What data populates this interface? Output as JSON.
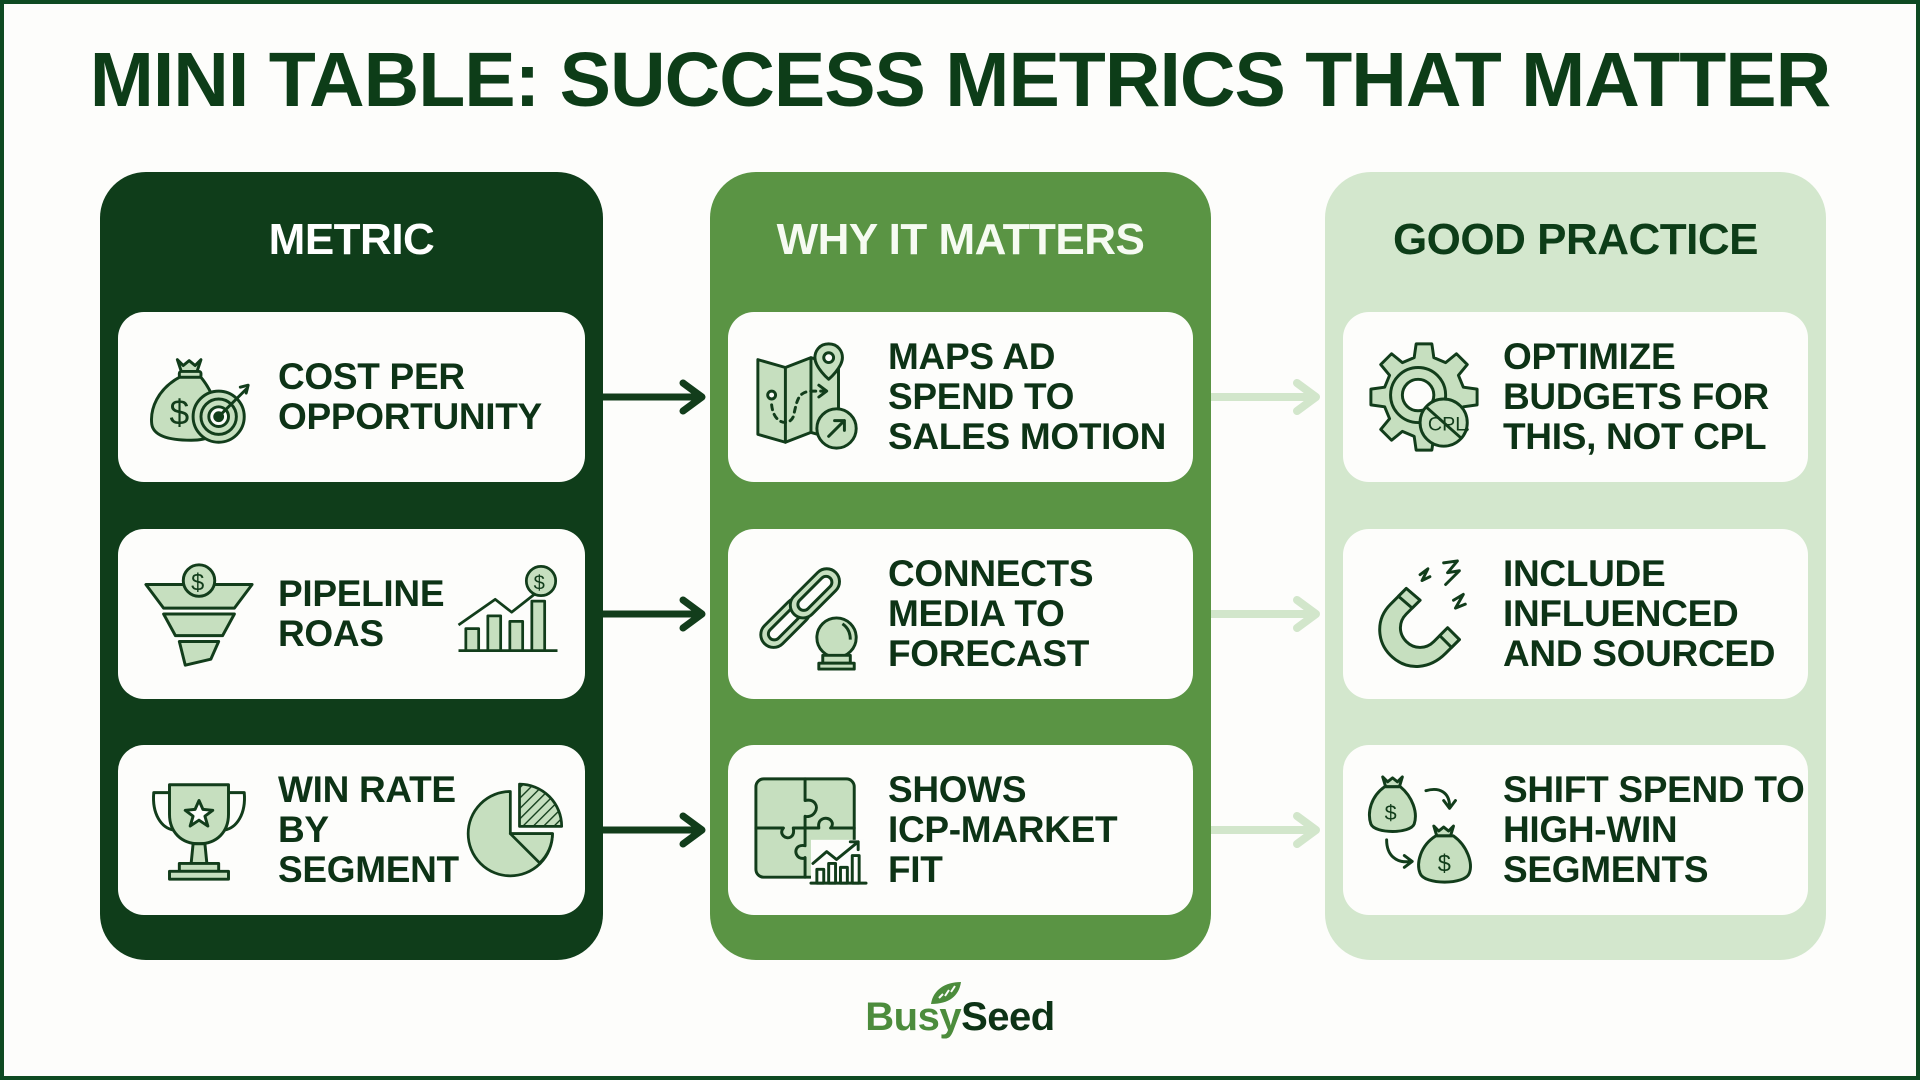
{
  "title": "MINI TABLE: SUCCESS METRICS THAT MATTER",
  "colors": {
    "frame": "#0e4a22",
    "metric_column": "#0f3d1a",
    "why_column": "#5a9444",
    "practice_column": "#d3e7cd",
    "card": "#fdfdfb",
    "icon_fill": "#c6dfbf",
    "text_dark": "#0d3316",
    "arrow_dark": "#123d1b",
    "arrow_light": "#d2e6cb"
  },
  "columns": [
    {
      "header": "METRIC",
      "rows": [
        {
          "text": "COST PER\nOPPORTUNITY",
          "icon": "money-bag-target-icon"
        },
        {
          "text": "PIPELINE\nROAS",
          "icon": "funnel-dollar-icon",
          "icon_right": "bar-chart-dollar-icon"
        },
        {
          "text": "WIN RATE\nBY\nSEGMENT",
          "icon": "trophy-icon",
          "icon_right": "pie-chart-icon"
        }
      ]
    },
    {
      "header": "WHY IT MATTERS",
      "rows": [
        {
          "text": "MAPS AD\nSPEND TO\nSALES MOTION",
          "icon": "map-route-icon"
        },
        {
          "text": "CONNECTS\nMEDIA TO\nFORECAST",
          "icon": "chain-link-crystal-ball-icon"
        },
        {
          "text": "SHOWS\nICP-MARKET\nFIT",
          "icon": "puzzle-chart-icon"
        }
      ]
    },
    {
      "header": "GOOD PRACTICE",
      "rows": [
        {
          "text": "OPTIMIZE\nBUDGETS FOR\nTHIS, NOT CPL",
          "icon": "gear-cpl-icon",
          "icon_label": "CPL"
        },
        {
          "text": "INCLUDE\nINFLUENCED\nAND SOURCED",
          "icon": "magnet-icon"
        },
        {
          "text": "SHIFT SPEND TO\nHIGH-WIN\nSEGMENTS",
          "icon": "money-bags-shift-icon"
        }
      ]
    }
  ],
  "logo": {
    "part1": "Busy",
    "part2": "Seed"
  }
}
